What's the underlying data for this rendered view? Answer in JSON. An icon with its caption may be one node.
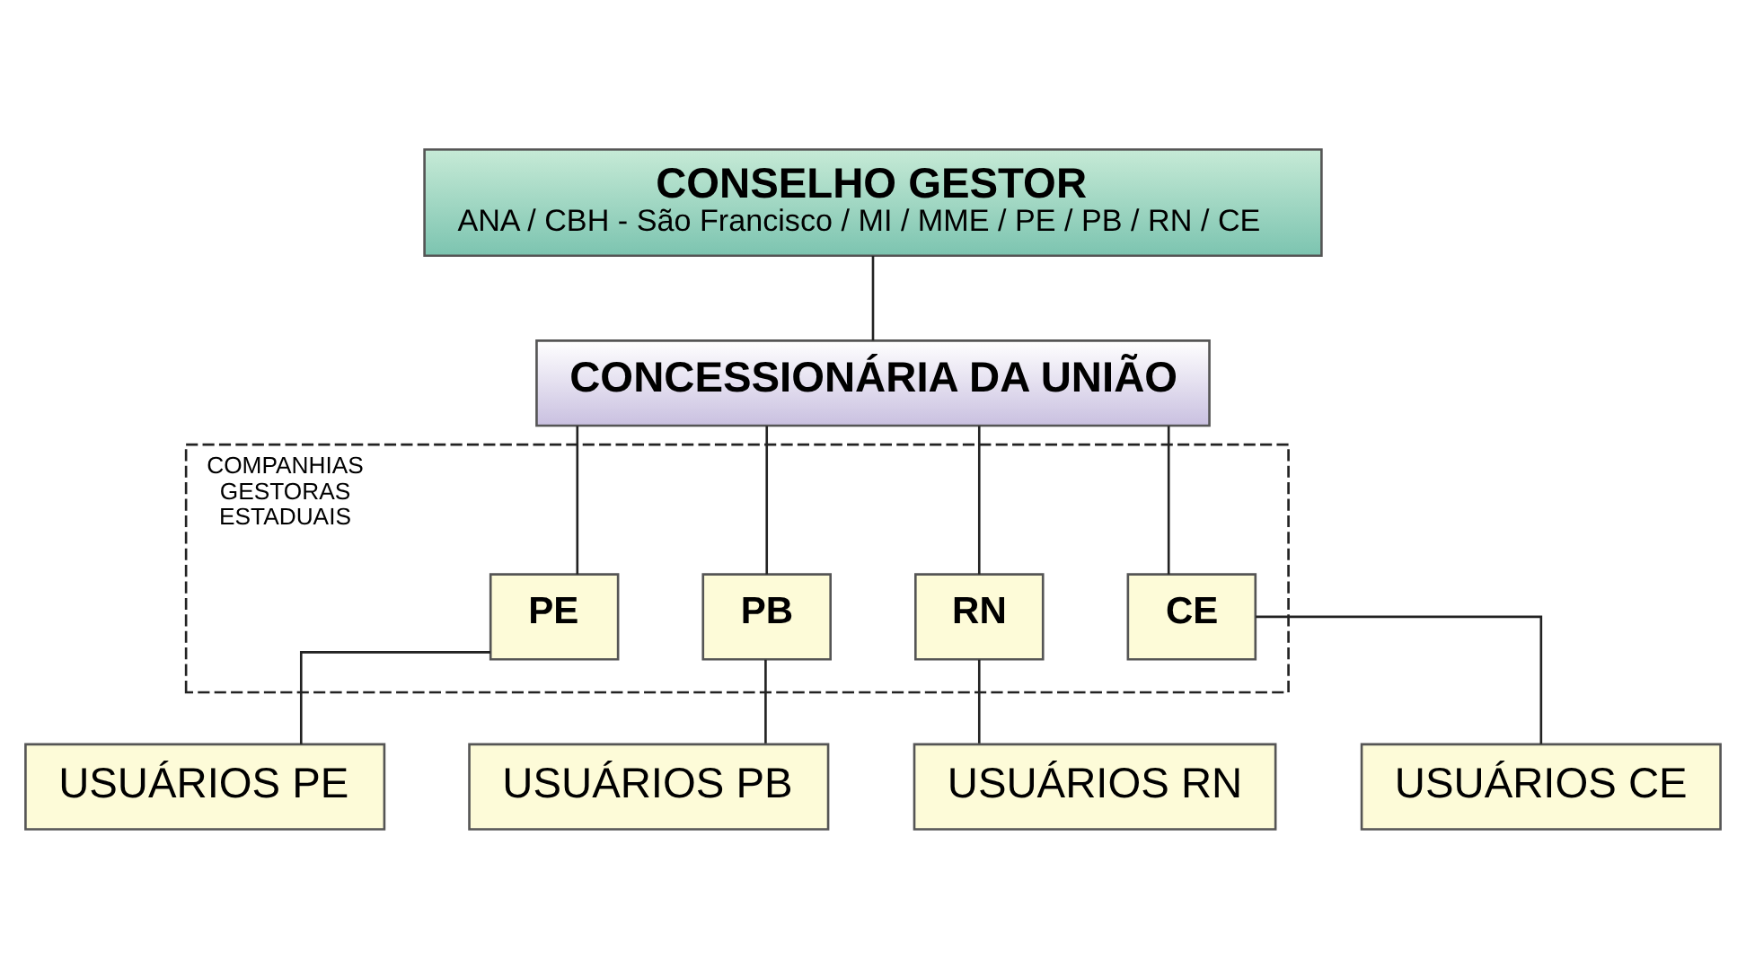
{
  "diagram": {
    "nodes": [
      {
        "text": [
          "CONSELHO GESTOR",
          "ANA / CBH - São Francisco / MI / MME / PE / PB / RN / CE"
        ]
      },
      {
        "text": [
          "CONCESSIONÁRIA DA UNIÃO"
        ]
      },
      {
        "text": [
          "COMPANHIAS GESTORAS ESTADUAIS"
        ]
      },
      {
        "text": [
          "PE"
        ],
        "in": 2
      },
      {
        "text": [
          "PB"
        ],
        "in": 2
      },
      {
        "text": [
          "RN"
        ],
        "in": 2
      },
      {
        "text": [
          "CE"
        ],
        "in": 2
      },
      {
        "text": [
          "USUÁRIOS PE"
        ]
      },
      {
        "text": [
          "USUÁRIOS PB"
        ]
      },
      {
        "text": [
          "USUÁRIOS RN"
        ]
      },
      {
        "text": [
          "USUÁRIOS CE"
        ]
      }
    ],
    "edges": [
      {
        "from": 0,
        "to": 1,
        "arrow": "none"
      },
      {
        "from": 1,
        "to": 3,
        "arrow": "none"
      },
      {
        "from": 1,
        "to": 4,
        "arrow": "none"
      },
      {
        "from": 1,
        "to": 5,
        "arrow": "none"
      },
      {
        "from": 1,
        "to": 6,
        "arrow": "none"
      },
      {
        "from": 3,
        "to": 7,
        "arrow": "none"
      },
      {
        "from": 4,
        "to": 8,
        "arrow": "none"
      },
      {
        "from": 5,
        "to": 9,
        "arrow": "none"
      },
      {
        "from": 6,
        "to": 10,
        "arrow": "none"
      }
    ]
  }
}
